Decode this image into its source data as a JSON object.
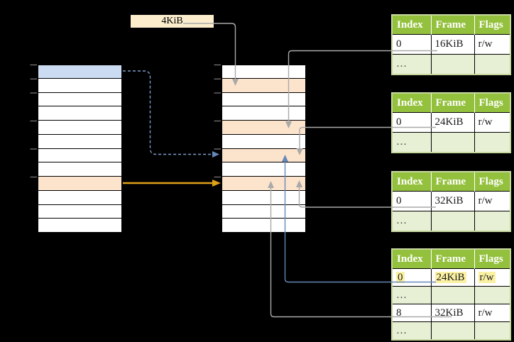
{
  "page_size_label": "4KiB",
  "left_stack": {
    "rows": 12,
    "highlights": {
      "0": "blue",
      "8": "orange"
    },
    "tick_rows": [
      0,
      1,
      2,
      4,
      6,
      8
    ]
  },
  "middle_stack": {
    "rows": 12,
    "highlights": {
      "1": "orange",
      "4": "orange",
      "6": "orange",
      "8": "orange"
    },
    "tick_rows": [
      0,
      1,
      2,
      4,
      6,
      8
    ]
  },
  "page_tables": [
    {
      "headers": [
        "Index",
        "Frame",
        "Flags"
      ],
      "rows": [
        {
          "cells": [
            "0",
            "16KiB",
            "r/w"
          ],
          "ellipsis": false,
          "highlight": false
        },
        {
          "cells": [
            "…",
            "",
            ""
          ],
          "ellipsis": true,
          "highlight": false
        }
      ]
    },
    {
      "headers": [
        "Index",
        "Frame",
        "Flags"
      ],
      "rows": [
        {
          "cells": [
            "0",
            "24KiB",
            "r/w"
          ],
          "ellipsis": false,
          "highlight": false
        },
        {
          "cells": [
            "…",
            "",
            ""
          ],
          "ellipsis": true,
          "highlight": false
        }
      ]
    },
    {
      "headers": [
        "Index",
        "Frame",
        "Flags"
      ],
      "rows": [
        {
          "cells": [
            "0",
            "32KiB",
            "r/w"
          ],
          "ellipsis": false,
          "highlight": false
        },
        {
          "cells": [
            "…",
            "",
            ""
          ],
          "ellipsis": true,
          "highlight": false
        }
      ]
    },
    {
      "headers": [
        "Index",
        "Frame",
        "Flags"
      ],
      "rows": [
        {
          "cells": [
            "0",
            "24KiB",
            "r/w"
          ],
          "ellipsis": false,
          "highlight": true
        },
        {
          "cells": [
            "…",
            "",
            ""
          ],
          "ellipsis": true,
          "highlight": false
        },
        {
          "cells": [
            "8",
            "32KiB",
            "r/w"
          ],
          "ellipsis": false,
          "highlight": false
        },
        {
          "cells": [
            "…",
            "",
            ""
          ],
          "ellipsis": true,
          "highlight": false
        }
      ]
    }
  ],
  "connectors": [
    {
      "id": "size-to-frame",
      "from": "4KiB label",
      "to": "middle stack row 1",
      "style": "gray"
    },
    {
      "id": "pt1-entry",
      "from": "page table 1 frame 16KiB",
      "to": "middle stack row 4",
      "style": "gray"
    },
    {
      "id": "pt2-entry",
      "from": "page table 2 frame 24KiB",
      "to": "middle stack row 6",
      "style": "gray"
    },
    {
      "id": "pt3-entry",
      "from": "page table 3 frame 32KiB",
      "to": "middle stack row 8",
      "style": "gray"
    },
    {
      "id": "pt4-entry-0",
      "from": "page table 4 frame 24KiB",
      "to": "middle stack row 6",
      "style": "blue"
    },
    {
      "id": "pt4-entry-8",
      "from": "page table 4 frame 32KiB",
      "to": "middle stack row 8",
      "style": "gray"
    },
    {
      "id": "virtual-lookup",
      "from": "left stack row 0",
      "to": "middle stack row 6",
      "style": "blue-dashed"
    },
    {
      "id": "direct-map",
      "from": "left stack row 8",
      "to": "middle stack row 8",
      "style": "gold"
    }
  ],
  "colors": {
    "green_header": "#94C13D",
    "green_border": "#C7D89F",
    "green_light": "#E7EFD5",
    "blue_fill": "#CBDCF2",
    "orange_fill": "#FCE4CC",
    "cream_fill": "#FCEECD",
    "yellow_highlight": "#FBF1A3",
    "gray_line": "#A9A9A9",
    "blue_line": "#6787B8",
    "blue_dash": "#7E9CC9",
    "gold_line": "#DEA117",
    "tick": "#7F7F7F",
    "text_dark": "#1A1A1A",
    "header_text": "#FFFFFF"
  }
}
